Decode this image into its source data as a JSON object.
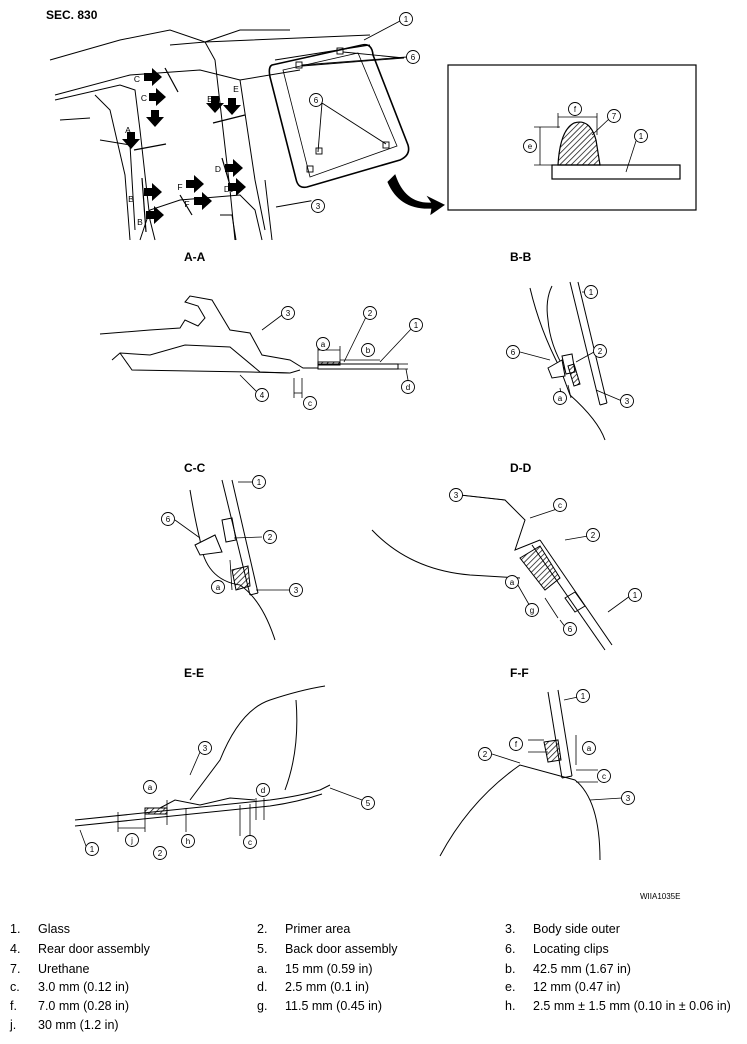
{
  "section": "SEC. 830",
  "figure_code": "WIIA1035E",
  "views": {
    "aa": "A-A",
    "bb": "B-B",
    "cc": "C-C",
    "dd": "D-D",
    "ee": "E-E",
    "ff": "F-F"
  },
  "legend": [
    {
      "key": "1.",
      "text": "Glass"
    },
    {
      "key": "2.",
      "text": "Primer area"
    },
    {
      "key": "3.",
      "text": "Body side outer"
    },
    {
      "key": "4.",
      "text": "Rear door assembly"
    },
    {
      "key": "5.",
      "text": "Back door assembly"
    },
    {
      "key": "6.",
      "text": "Locating clips"
    },
    {
      "key": "7.",
      "text": "Urethane"
    },
    {
      "key": "a.",
      "text": "15 mm (0.59 in)"
    },
    {
      "key": "b.",
      "text": "42.5 mm (1.67 in)"
    },
    {
      "key": "c.",
      "text": "3.0 mm (0.12 in)"
    },
    {
      "key": "d.",
      "text": "2.5 mm (0.1 in)"
    },
    {
      "key": "e.",
      "text": "12 mm (0.47 in)"
    },
    {
      "key": "f.",
      "text": "7.0 mm (0.28 in)"
    },
    {
      "key": "g.",
      "text": "11.5 mm (0.45 in)"
    },
    {
      "key": "h.",
      "text": "2.5 mm ± 1.5 mm (0.10 in ± 0.06 in)"
    },
    {
      "key": "j.",
      "text": "30 mm (1.2 in)"
    }
  ],
  "callouts": {
    "n1": "1",
    "n2": "2",
    "n3": "3",
    "n4": "4",
    "n5": "5",
    "n6": "6",
    "n7": "7",
    "a": "a",
    "b": "b",
    "c": "c",
    "d": "d",
    "e": "e",
    "f": "f",
    "g": "g",
    "h": "h",
    "j": "j"
  },
  "arrow_letters": {
    "A": "A",
    "B": "B",
    "C": "C",
    "D": "D",
    "E": "E",
    "F": "F"
  }
}
